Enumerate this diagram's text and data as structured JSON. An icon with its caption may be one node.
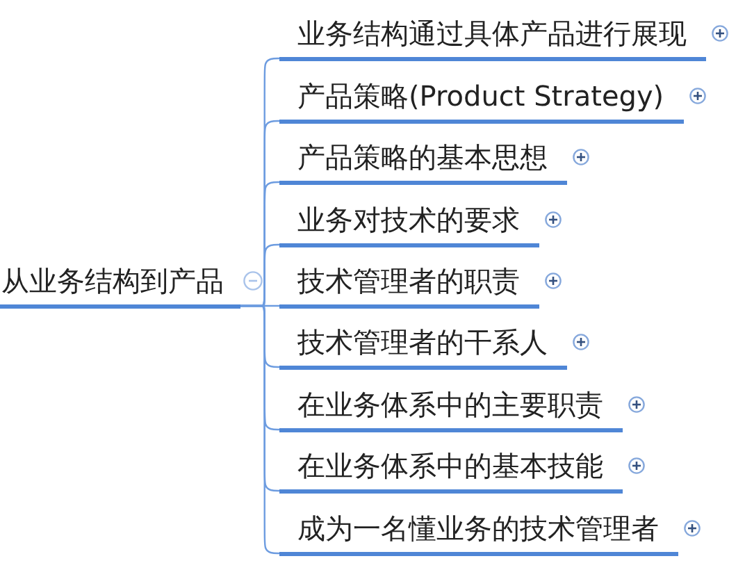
{
  "diagram": {
    "nodes": [
      {
        "text": [
          "从业务结构到产品"
        ]
      },
      {
        "text": [
          "业务结构通过具体产品进行展现"
        ]
      },
      {
        "text": [
          "产品策略(Product Strategy)"
        ]
      },
      {
        "text": [
          "产品策略的基本思想"
        ]
      },
      {
        "text": [
          "业务对技术的要求"
        ]
      },
      {
        "text": [
          "技术管理者的职责"
        ]
      },
      {
        "text": [
          "技术管理者的干系人"
        ]
      },
      {
        "text": [
          "在业务体系中的主要职责"
        ]
      },
      {
        "text": [
          "在业务体系中的基本技能"
        ]
      },
      {
        "text": [
          "成为一名懂业务的技术管理者"
        ]
      }
    ],
    "edges": [
      {
        "from": 0,
        "to": 1,
        "arrow": "none"
      },
      {
        "from": 0,
        "to": 2,
        "arrow": "none"
      },
      {
        "from": 0,
        "to": 3,
        "arrow": "none"
      },
      {
        "from": 0,
        "to": 4,
        "arrow": "none"
      },
      {
        "from": 0,
        "to": 5,
        "arrow": "none"
      },
      {
        "from": 0,
        "to": 6,
        "arrow": "none"
      },
      {
        "from": 0,
        "to": 7,
        "arrow": "none"
      },
      {
        "from": 0,
        "to": 8,
        "arrow": "none"
      },
      {
        "from": 0,
        "to": 9,
        "arrow": "none"
      }
    ]
  }
}
